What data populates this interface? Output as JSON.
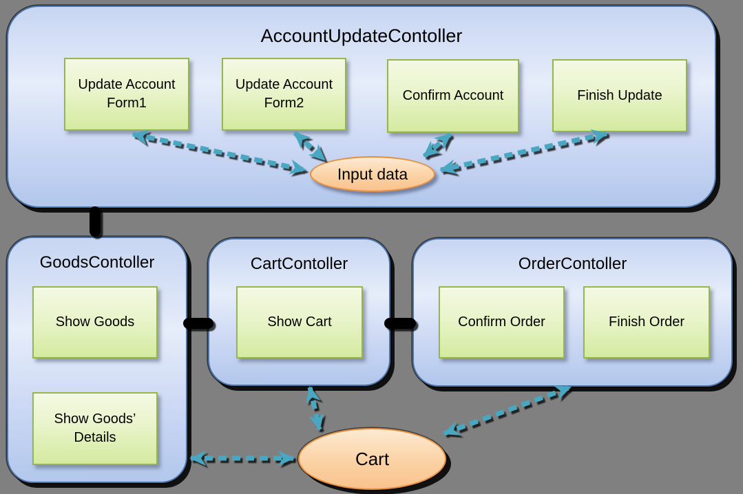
{
  "diagram_type": "controller-architecture-diagram",
  "colors": {
    "background": "#808080",
    "container_fill_top": "#c6d5f2",
    "container_fill_bottom": "#b2c7ec",
    "container_border": "#4d74a8",
    "node_fill_top": "#f3f9e3",
    "node_fill_bottom": "#d4ea9f",
    "node_border": "#96b54f",
    "store_fill_top": "#fdead3",
    "store_fill_bottom": "#f9c28d",
    "store_border": "#e58e3e",
    "arrow": "#48a7c1",
    "connector": "#000000",
    "text": "#000000"
  },
  "containers": {
    "account": {
      "title": "AccountUpdateContoller"
    },
    "goods": {
      "title": "GoodsContoller"
    },
    "cart": {
      "title": "CartContoller"
    },
    "order": {
      "title": "OrderContoller"
    }
  },
  "nodes": {
    "update_account_form1": {
      "label": "Update Account Form1"
    },
    "update_account_form2": {
      "label": "Update Account Form2"
    },
    "confirm_account": {
      "label": "Confirm Account"
    },
    "finish_update": {
      "label": "Finish Update"
    },
    "show_goods": {
      "label": "Show Goods"
    },
    "show_goods_details": {
      "label": "Show Goods’ Details"
    },
    "show_cart": {
      "label": "Show Cart"
    },
    "confirm_order": {
      "label": "Confirm Order"
    },
    "finish_order": {
      "label": "Finish Order"
    }
  },
  "stores": {
    "input_data": {
      "label": "Input data"
    },
    "cart": {
      "label": "Cart"
    }
  },
  "edges": [
    {
      "from": "update_account_form1",
      "to": "input_data",
      "type": "dashed-double-arrow"
    },
    {
      "from": "update_account_form2",
      "to": "input_data",
      "type": "dashed-double-arrow"
    },
    {
      "from": "confirm_account",
      "to": "input_data",
      "type": "dashed-double-arrow"
    },
    {
      "from": "finish_update",
      "to": "input_data",
      "type": "dashed-double-arrow"
    },
    {
      "from": "goods_container",
      "to": "account_container",
      "type": "black-link"
    },
    {
      "from": "goods_container",
      "to": "cart_container",
      "type": "black-link"
    },
    {
      "from": "cart_container",
      "to": "order_container",
      "type": "black-link"
    },
    {
      "from": "show_goods_details",
      "to": "cart",
      "type": "dashed-double-arrow"
    },
    {
      "from": "cart_container",
      "to": "cart",
      "type": "dashed-double-arrow"
    },
    {
      "from": "order_container",
      "to": "cart",
      "type": "dashed-double-arrow"
    }
  ]
}
